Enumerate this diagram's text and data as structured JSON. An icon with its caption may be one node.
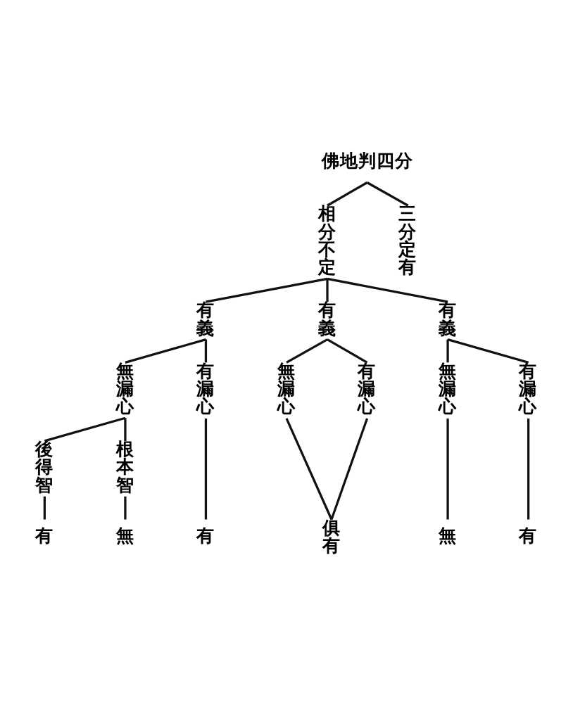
{
  "diagram": {
    "nodes": [
      {
        "text": [
          "佛地判四分"
        ]
      },
      {
        "text": [
          "相分不定"
        ]
      },
      {
        "text": [
          "三分定有"
        ]
      },
      {
        "text": [
          "有義"
        ]
      },
      {
        "text": [
          "有義"
        ]
      },
      {
        "text": [
          "有義"
        ]
      },
      {
        "text": [
          "無漏心"
        ]
      },
      {
        "text": [
          "有漏心"
        ]
      },
      {
        "text": [
          "無漏心"
        ]
      },
      {
        "text": [
          "有漏心"
        ]
      },
      {
        "text": [
          "無漏心"
        ]
      },
      {
        "text": [
          "有漏心"
        ]
      },
      {
        "text": [
          "後得智"
        ]
      },
      {
        "text": [
          "根本智"
        ]
      },
      {
        "text": [
          "有"
        ]
      },
      {
        "text": [
          "無"
        ]
      },
      {
        "text": [
          "有"
        ]
      },
      {
        "text": [
          "俱有"
        ]
      },
      {
        "text": [
          "無"
        ]
      },
      {
        "text": [
          "有"
        ]
      }
    ],
    "edges": [
      {
        "from": 0,
        "to": 1,
        "arrow": "none"
      },
      {
        "from": 0,
        "to": 2,
        "arrow": "none"
      },
      {
        "from": 1,
        "to": 3,
        "arrow": "none"
      },
      {
        "from": 1,
        "to": 4,
        "arrow": "none"
      },
      {
        "from": 1,
        "to": 5,
        "arrow": "none"
      },
      {
        "from": 3,
        "to": 6,
        "arrow": "none"
      },
      {
        "from": 3,
        "to": 7,
        "arrow": "none"
      },
      {
        "from": 4,
        "to": 8,
        "arrow": "none"
      },
      {
        "from": 4,
        "to": 9,
        "arrow": "none"
      },
      {
        "from": 5,
        "to": 10,
        "arrow": "none"
      },
      {
        "from": 5,
        "to": 11,
        "arrow": "none"
      },
      {
        "from": 6,
        "to": 12,
        "arrow": "none"
      },
      {
        "from": 6,
        "to": 13,
        "arrow": "none"
      },
      {
        "from": 12,
        "to": 14,
        "arrow": "none"
      },
      {
        "from": 13,
        "to": 15,
        "arrow": "none"
      },
      {
        "from": 7,
        "to": 16,
        "arrow": "none"
      },
      {
        "from": 8,
        "to": 17,
        "arrow": "none"
      },
      {
        "from": 9,
        "to": 17,
        "arrow": "none"
      },
      {
        "from": 10,
        "to": 18,
        "arrow": "none"
      },
      {
        "from": 11,
        "to": 19,
        "arrow": "none"
      }
    ]
  }
}
